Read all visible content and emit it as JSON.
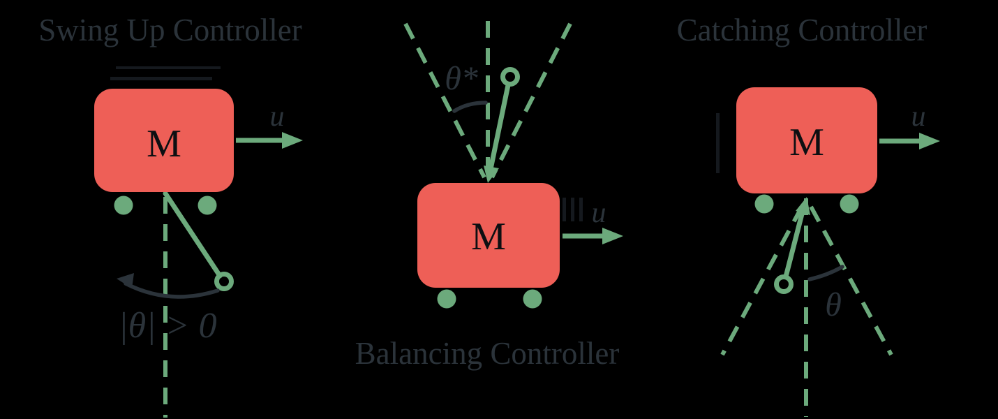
{
  "figure": {
    "background": "#000000",
    "colors": {
      "cart_red": "#ee5f57",
      "green": "#6caa7c",
      "ink": "#2b333a",
      "mass_ink": "#0d0f12",
      "faint_ink": "#15191e"
    },
    "panels": [
      {
        "title": "Swing Up Controller",
        "mass": "M",
        "force": "u",
        "angle": "|θ| > 0"
      },
      {
        "title": "Balancing Controller",
        "mass": "M",
        "force": "u",
        "angle": "θ*"
      },
      {
        "title": "Catching Controller",
        "mass": "M",
        "force": "u",
        "angle": "θ"
      }
    ]
  }
}
